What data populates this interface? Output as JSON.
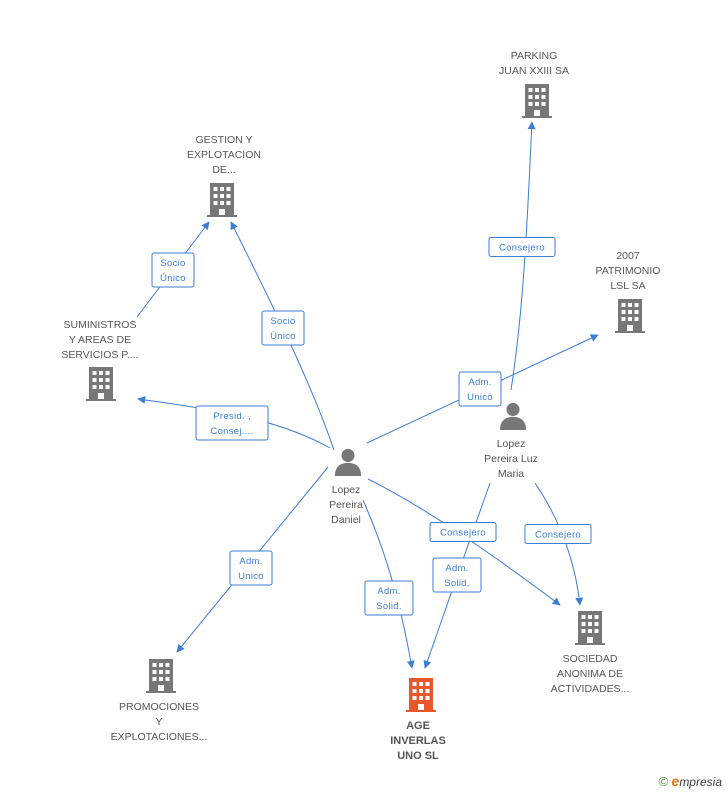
{
  "colors": {
    "edge": "#3b7dd8",
    "company": "#777777",
    "main_company": "#e8572a",
    "person": "#777777"
  },
  "nodes": [
    {
      "id": "gestion",
      "type": "company",
      "lines": [
        "GESTION Y",
        "EXPLOTACION",
        "DE..."
      ]
    },
    {
      "id": "parking",
      "type": "company",
      "lines": [
        "PARKING",
        "JUAN XXIII SA"
      ]
    },
    {
      "id": "patrimonio",
      "type": "company",
      "lines": [
        "2007",
        "PATRIMONIO",
        "LSL SA"
      ]
    },
    {
      "id": "suministros",
      "type": "company",
      "lines": [
        "SUMINISTROS",
        "Y AREAS DE",
        "SERVICIOS P...."
      ]
    },
    {
      "id": "maria",
      "type": "person",
      "lines": [
        "Lopez",
        "Pereira Luz",
        "Maria"
      ]
    },
    {
      "id": "daniel",
      "type": "person",
      "lines": [
        "Lopez",
        "Pereira",
        "Daniel"
      ]
    },
    {
      "id": "promociones",
      "type": "company",
      "lines": [
        "PROMOCIONES",
        "Y",
        "EXPLOTACIONES..."
      ]
    },
    {
      "id": "age",
      "type": "main",
      "lines": [
        "AGE",
        "INVERLAS",
        "UNO SL"
      ]
    },
    {
      "id": "sociedad",
      "type": "company",
      "lines": [
        "SOCIEDAD",
        "ANONIMA DE",
        "ACTIVIDADES..."
      ]
    }
  ],
  "edges": [
    {
      "id": "e1",
      "from": "suministros",
      "to": "gestion",
      "label": [
        "Socio",
        "Único"
      ]
    },
    {
      "id": "e2",
      "from": "daniel",
      "to": "gestion",
      "label": [
        "Socio",
        "Único"
      ]
    },
    {
      "id": "e3",
      "from": "maria",
      "to": "parking",
      "label": [
        "Consejero"
      ]
    },
    {
      "id": "e4",
      "from": "daniel",
      "to": "patrimonio",
      "label": [
        "Adm.",
        "Unico"
      ]
    },
    {
      "id": "e5",
      "from": "daniel",
      "to": "suministros",
      "label": [
        "Presid. ,",
        "Consej...."
      ]
    },
    {
      "id": "e6",
      "from": "daniel",
      "to": "promociones",
      "label": [
        "Adm.",
        "Unico"
      ]
    },
    {
      "id": "e7",
      "from": "daniel",
      "to": "age",
      "label": [
        "Adm.",
        "Solid."
      ]
    },
    {
      "id": "e8",
      "from": "maria",
      "to": "age",
      "label": [
        "Adm.",
        "Solid."
      ]
    },
    {
      "id": "e9",
      "from": "daniel",
      "to": "sociedad",
      "label": [
        "Consejero"
      ]
    },
    {
      "id": "e10",
      "from": "maria",
      "to": "sociedad",
      "label": [
        "Consejero"
      ]
    }
  ],
  "footer": {
    "copyright": "©",
    "brand_initial": "e",
    "brand_rest": "mpresia"
  }
}
